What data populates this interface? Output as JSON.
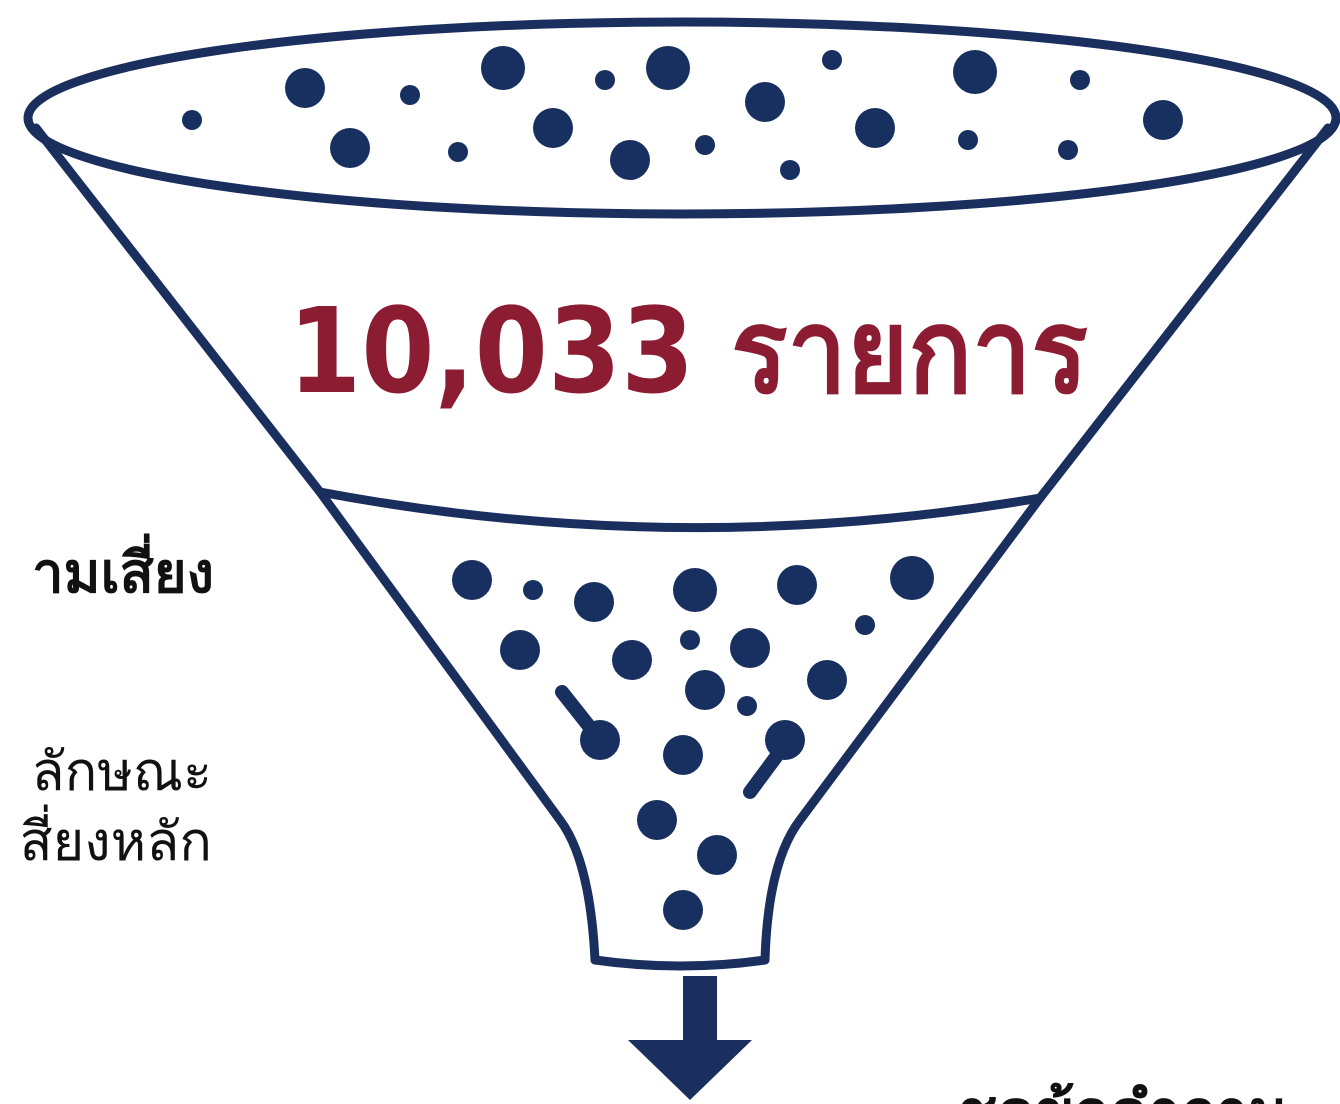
{
  "funnel": {
    "headline": "10,033 รายการ",
    "headline_color": "#8c1c32",
    "outline_color": "#1b2f5e",
    "dot_color": "#17305f"
  },
  "left_panel": {
    "heading": "ามเสี่ยง",
    "description_line1": "ลักษณะ",
    "description_line2": "สี่ยงหลัก",
    "text_color": "#111111"
  },
  "bottom_right": {
    "label": "ชุดข้อคำถาม"
  },
  "icons": {
    "arrow": "arrow-down-icon"
  }
}
